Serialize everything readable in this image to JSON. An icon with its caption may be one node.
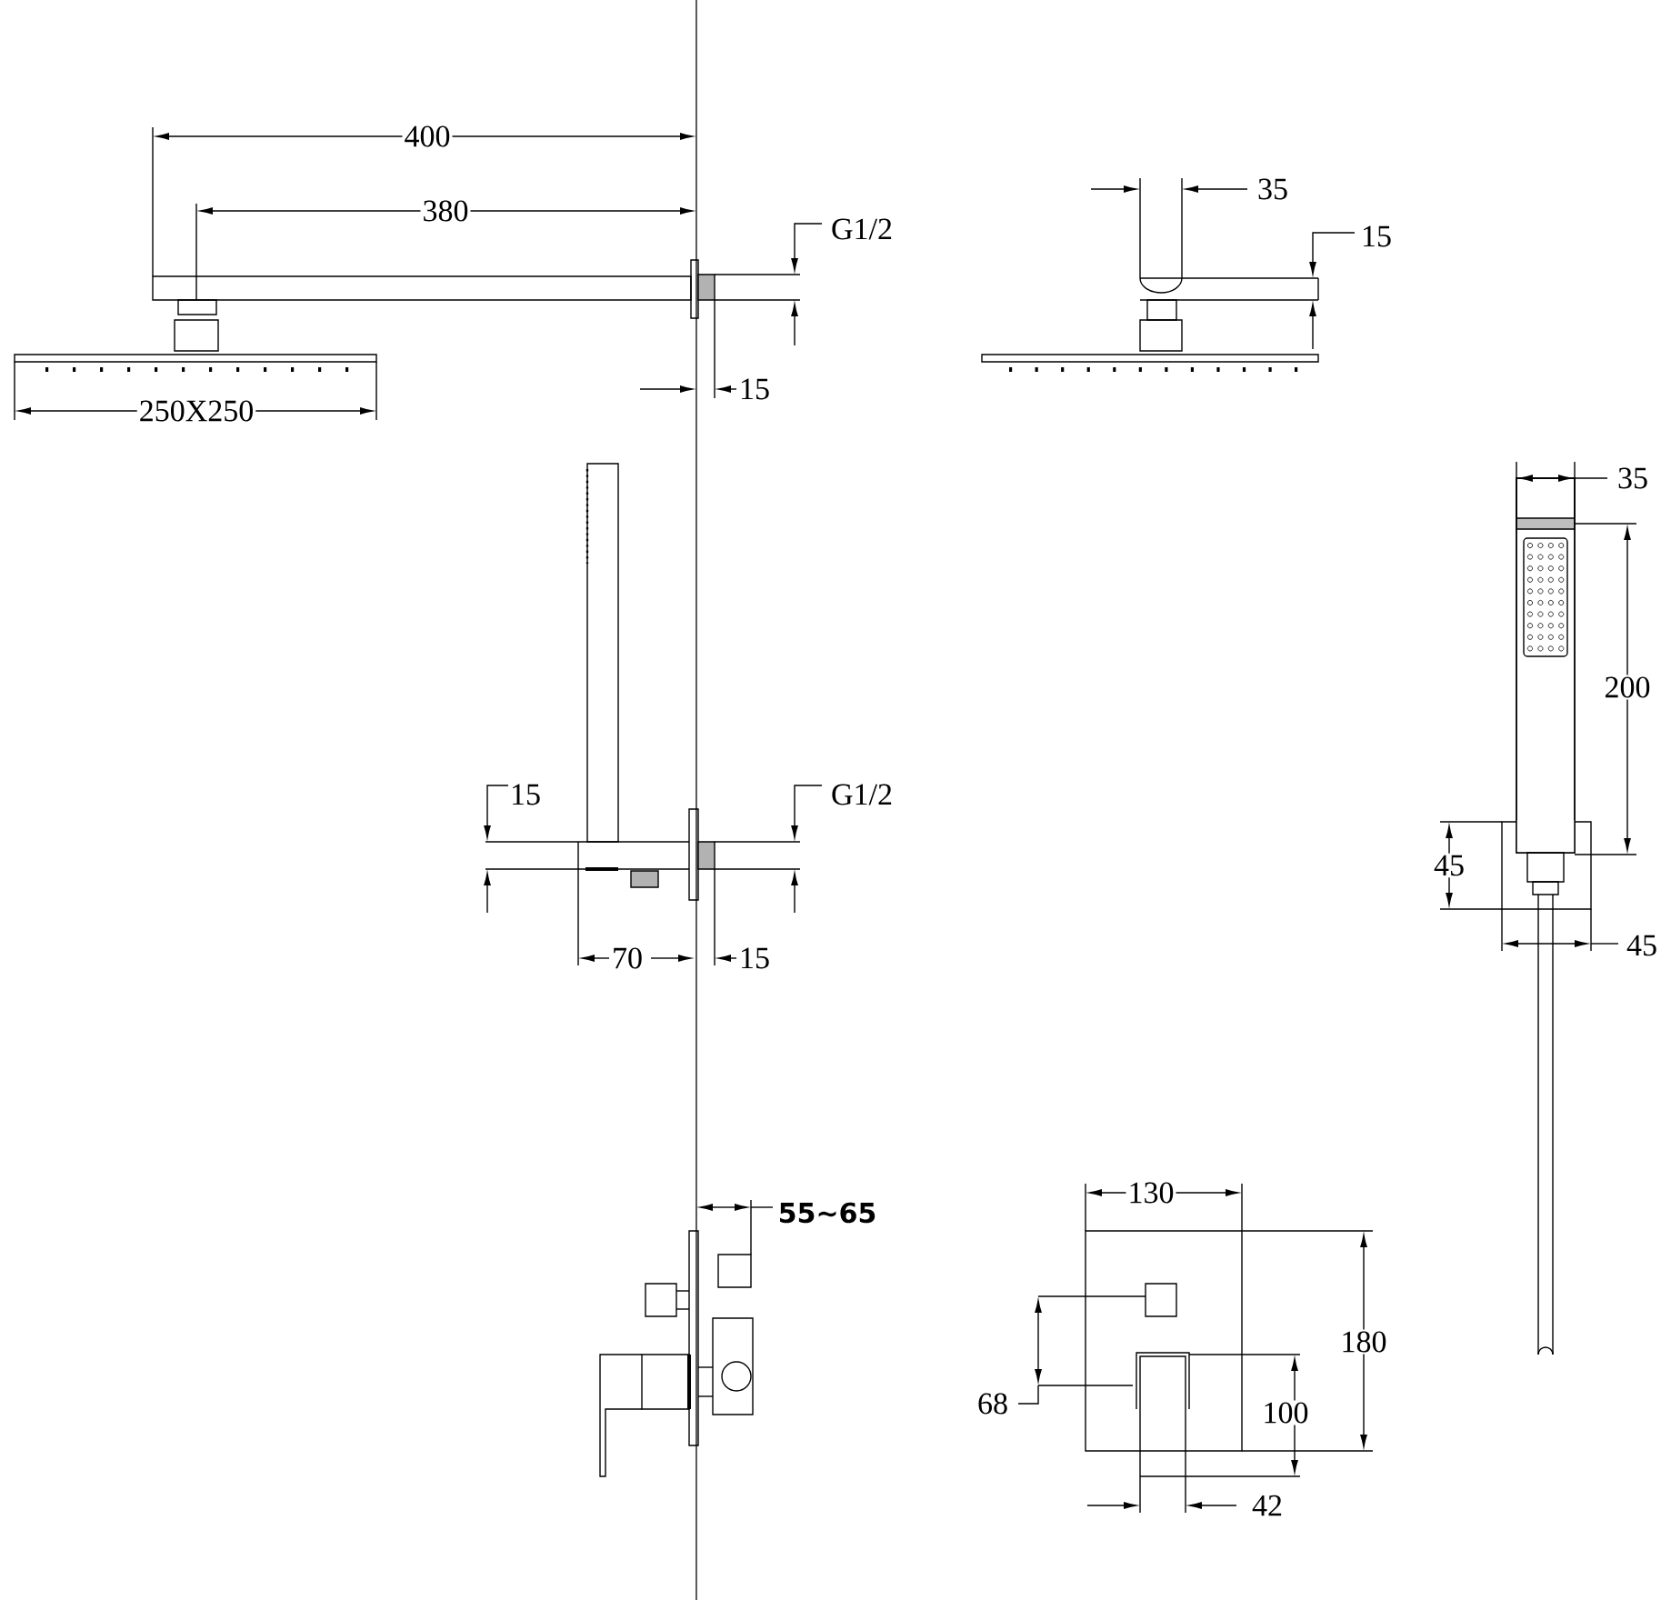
{
  "diagram": {
    "labels": [
      "400",
      "35",
      "380",
      "G1/2",
      "15",
      "15",
      "250X250",
      "35",
      "200",
      "15",
      "G1/2",
      "45",
      "45",
      "70",
      "15",
      "130",
      "55~65",
      "180",
      "68",
      "100",
      "42"
    ]
  }
}
